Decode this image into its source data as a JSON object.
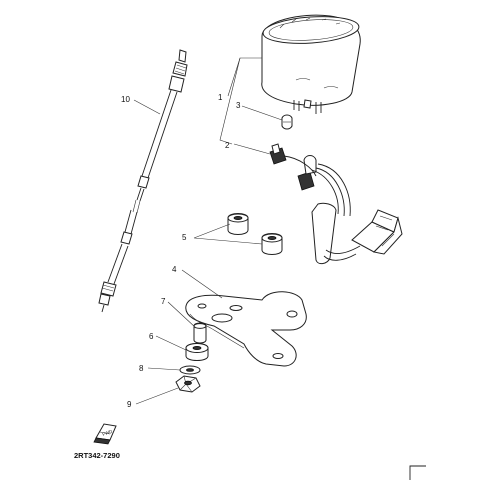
{
  "diagram": {
    "parts": [
      {
        "id": "p1",
        "number": "1"
      },
      {
        "id": "p2",
        "number": "2"
      },
      {
        "id": "p3",
        "number": "3"
      },
      {
        "id": "p4",
        "number": "4"
      },
      {
        "id": "p5",
        "number": "5"
      },
      {
        "id": "p6",
        "number": "6"
      },
      {
        "id": "p7",
        "number": "7"
      },
      {
        "id": "p8",
        "number": "8"
      },
      {
        "id": "p9",
        "number": "9"
      },
      {
        "id": "p10",
        "number": "10"
      }
    ],
    "diagram_code": "2RT342-7290",
    "front_mark": "FWD"
  }
}
